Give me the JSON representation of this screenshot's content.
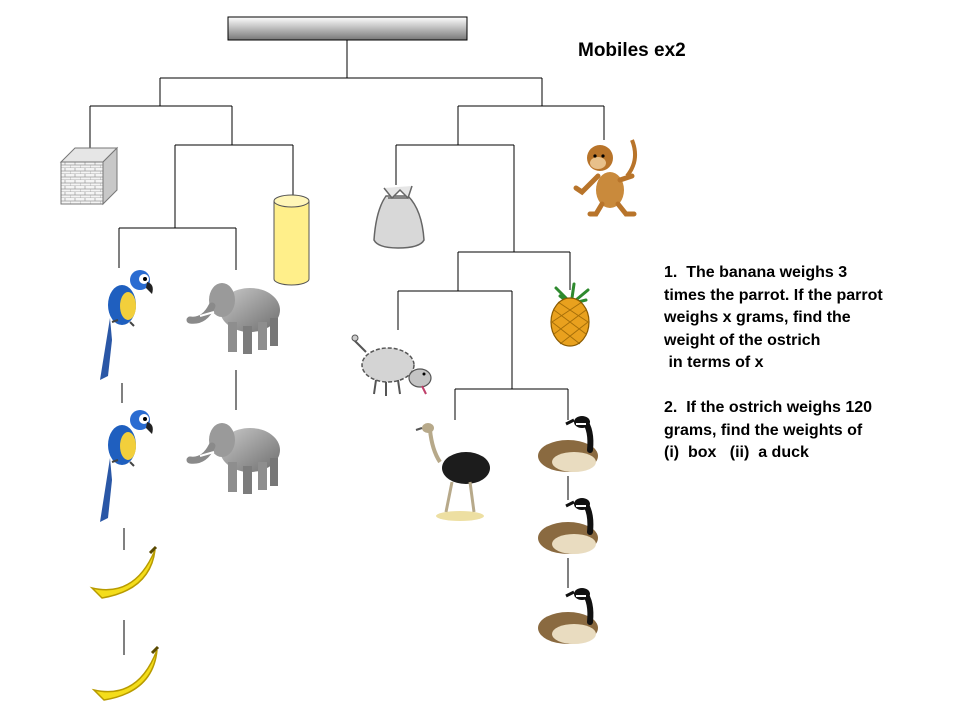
{
  "title": "Mobiles ex2",
  "questions": {
    "q1": [
      "1.  The banana weighs 3",
      "times the parrot. If the parrot",
      "weighs x grams, find the",
      "weight of the ostrich",
      " in terms of x"
    ],
    "q2": [
      "2.  If the ostrich weighs 120",
      "grams, find the weights of",
      "(i)  box   (ii)  a duck"
    ]
  },
  "objects": {
    "box": "box",
    "cylinder": "cylinder",
    "parrot": "parrot",
    "elephant": "elephant",
    "banana": "banana",
    "sack": "sack",
    "monkey": "monkey",
    "sheep": "sheep",
    "pineapple": "pineapple",
    "ostrich": "ostrich",
    "duck": "duck"
  },
  "colors": {
    "line": "#000000",
    "ceiling_gradient_top": "#ffffff",
    "ceiling_gradient_bottom": "#777777",
    "cylinder": "#ffef8a",
    "banana": "#f4dd1a"
  }
}
